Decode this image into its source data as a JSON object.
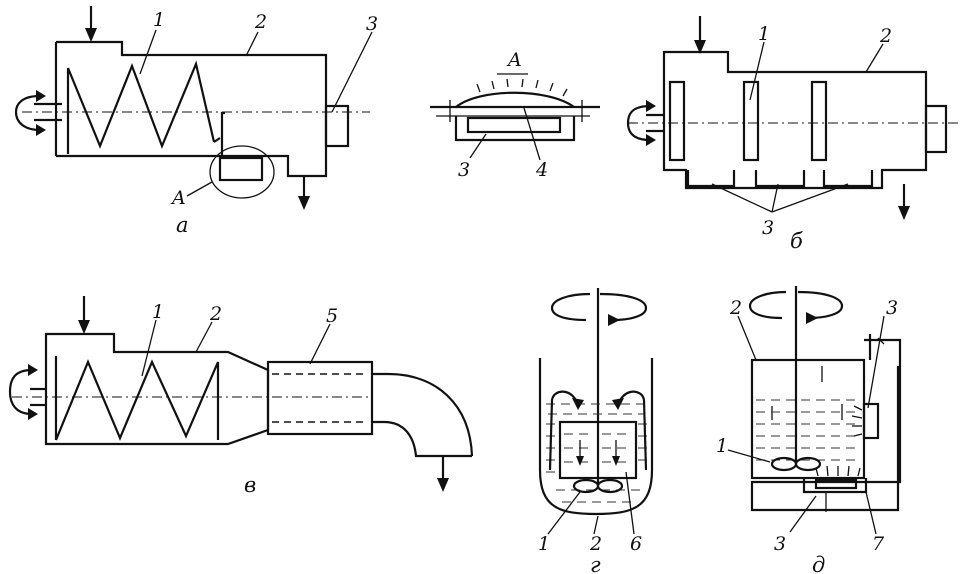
{
  "labels": {
    "a": {
      "n1": "1",
      "n2": "2",
      "n3": "3",
      "callout": "A",
      "caption": "а"
    },
    "detail": {
      "title": "A",
      "n3": "3",
      "n4": "4"
    },
    "b": {
      "n1": "1",
      "n2": "2",
      "n3": "3",
      "caption": "б"
    },
    "v": {
      "n1": "1",
      "n2": "2",
      "n5": "5",
      "caption": "в"
    },
    "g": {
      "n1": "1",
      "n2": "2",
      "n6": "6",
      "caption": "г"
    },
    "d": {
      "n1": "1",
      "n2": "2",
      "n3": "3",
      "n3b": "3",
      "n7": "7",
      "caption": "д"
    }
  }
}
